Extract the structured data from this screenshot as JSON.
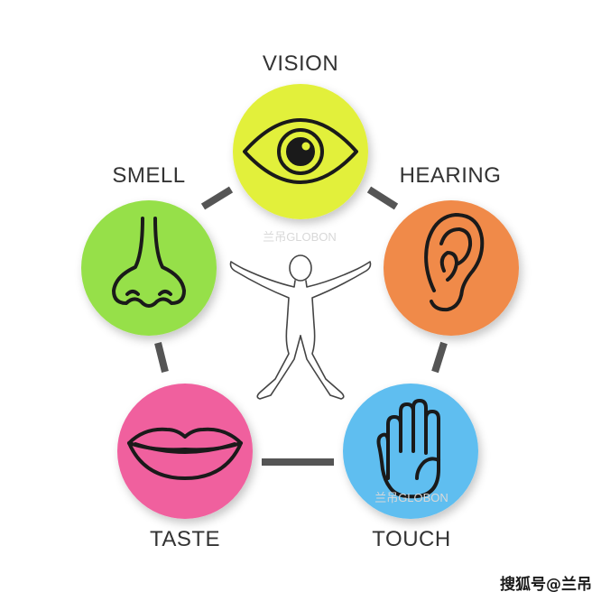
{
  "senses": {
    "vision": {
      "label": "VISION",
      "icon": "eye-icon",
      "color": "#E2F03A"
    },
    "hearing": {
      "label": "HEARING",
      "icon": "ear-icon",
      "color": "#F08A48"
    },
    "touch": {
      "label": "TOUCH",
      "icon": "hand-icon",
      "color": "#5FBEF0"
    },
    "taste": {
      "label": "TASTE",
      "icon": "lips-icon",
      "color": "#F0609E"
    },
    "smell": {
      "label": "SMELL",
      "icon": "nose-icon",
      "color": "#96E048"
    }
  },
  "center_figure": {
    "icon": "human-figure-icon"
  },
  "watermarks": {
    "upper": "兰吊GLOBON",
    "lower": "兰吊GLOBON"
  },
  "credit": "搜狐号@兰吊",
  "colors": {
    "connector": "#555555",
    "outline": "#1a1a1a",
    "label": "#333333"
  }
}
